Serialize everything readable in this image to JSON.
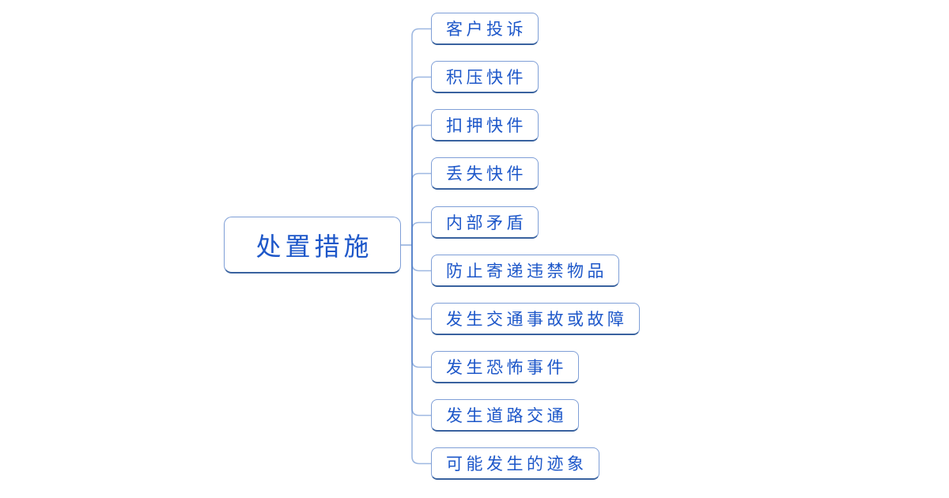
{
  "diagram": {
    "type": "mindmap",
    "root": {
      "label": "处置措施"
    },
    "children": [
      {
        "label": "客户投诉"
      },
      {
        "label": "积压快件"
      },
      {
        "label": "扣押快件"
      },
      {
        "label": "丢失快件"
      },
      {
        "label": "内部矛盾"
      },
      {
        "label": "防止寄递违禁物品"
      },
      {
        "label": "发生交通事故或故障"
      },
      {
        "label": "发生恐怖事件"
      },
      {
        "label": "发生道路交通"
      },
      {
        "label": "可能发生的迹象"
      }
    ],
    "colors": {
      "background": "#ffffff",
      "node_border": "#7f9fd7",
      "node_border_bottom": "#39629f",
      "text": "#1d57c9",
      "connector": "#4f7dc8"
    }
  }
}
